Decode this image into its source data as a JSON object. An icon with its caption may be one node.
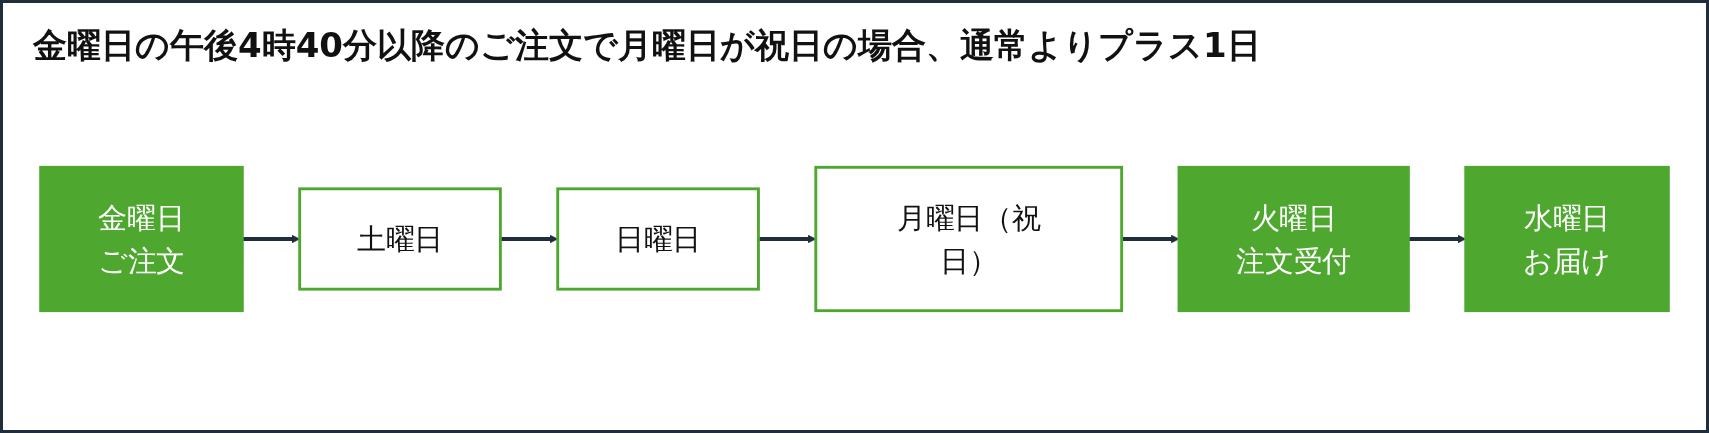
{
  "diagram": {
    "title": "金曜日の午後4時40分以降のご注文で月曜日が祝日の場合、通常よりプラス1日",
    "nodes": [
      {
        "text": [
          "金曜日",
          "ご注文"
        ]
      },
      {
        "text": [
          "土曜日"
        ]
      },
      {
        "text": [
          "日曜日"
        ]
      },
      {
        "text": [
          "月曜日（祝日）"
        ]
      },
      {
        "text": [
          "火曜日",
          "注文受付"
        ]
      },
      {
        "text": [
          "水曜日",
          "お届け"
        ]
      }
    ],
    "edges": [
      {
        "from": 0,
        "to": 1,
        "arrow": "to"
      },
      {
        "from": 1,
        "to": 2,
        "arrow": "to"
      },
      {
        "from": 2,
        "to": 3,
        "arrow": "to"
      },
      {
        "from": 3,
        "to": 4,
        "arrow": "to"
      },
      {
        "from": 4,
        "to": 5,
        "arrow": "to"
      }
    ]
  }
}
